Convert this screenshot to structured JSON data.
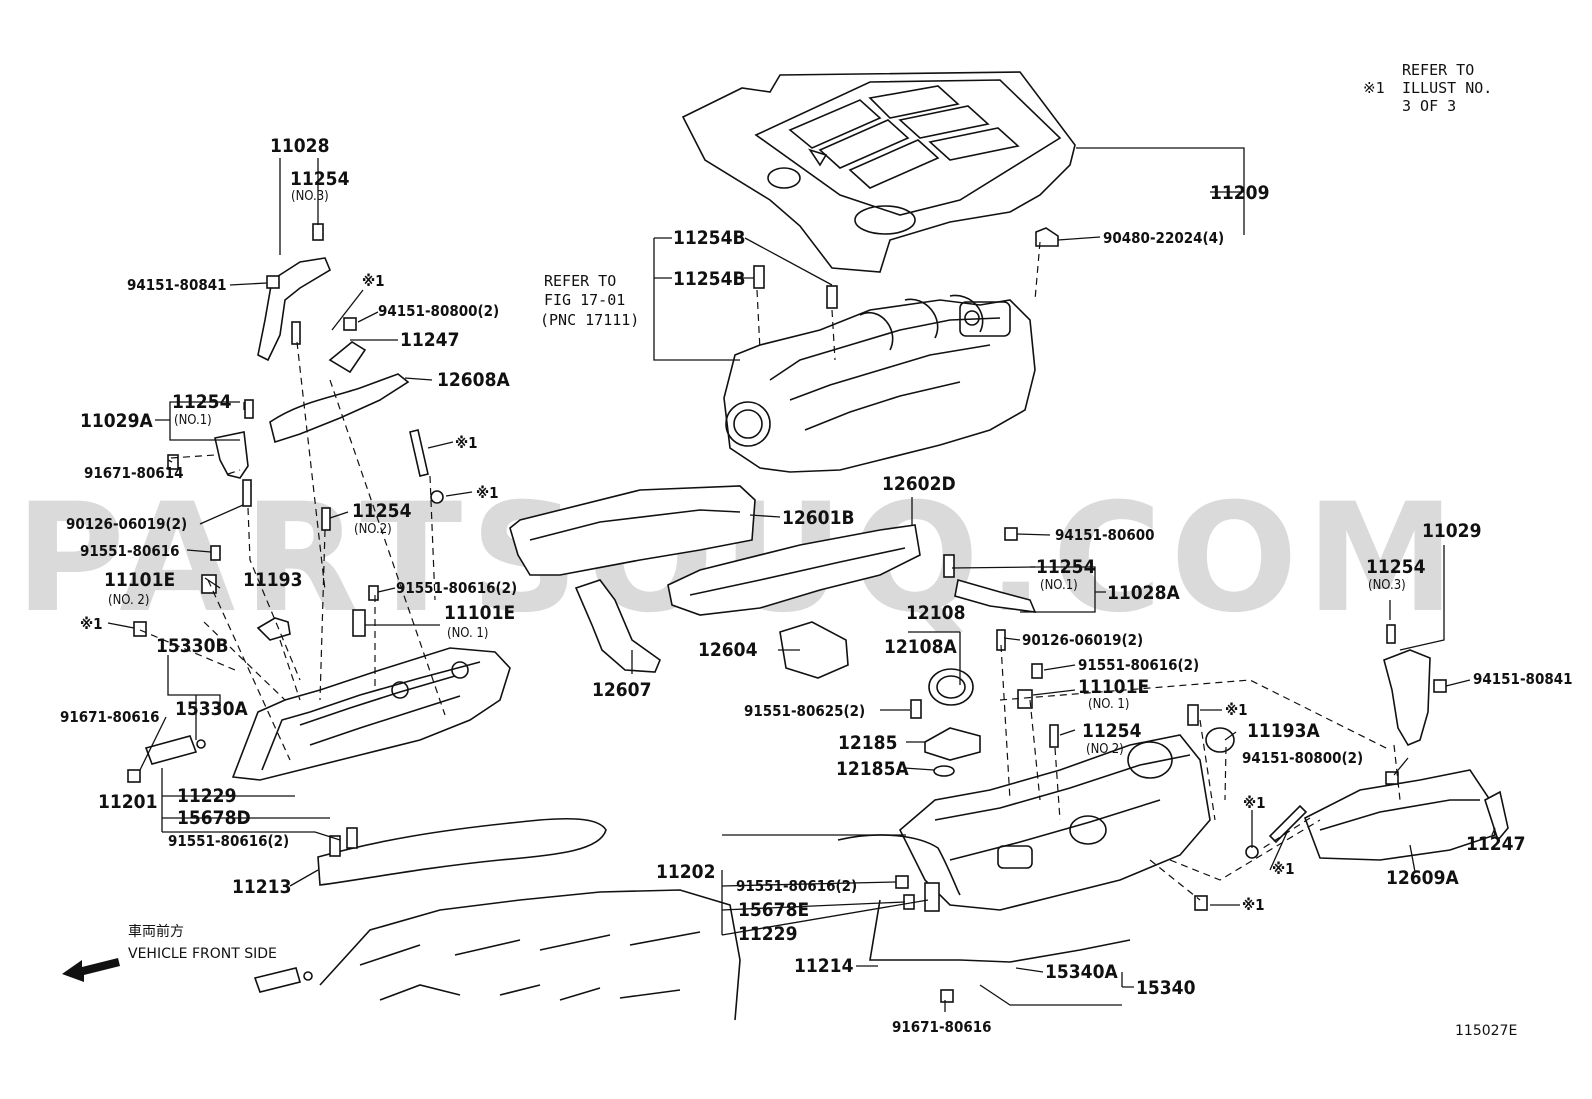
{
  "refer_note": {
    "mark": "※1",
    "lines": [
      "REFER TO",
      "ILLUST NO.",
      "3 OF 3"
    ]
  },
  "direction": {
    "jp": "車両前方",
    "en": "VEHICLE FRONT SIDE"
  },
  "figure_id": "115027E",
  "watermark": "PARTSOUQ.COM",
  "refer_fig": [
    "REFER TO",
    "FIG 17-01",
    "(PNC 17111)"
  ],
  "labels": [
    {
      "id": "11028",
      "text": "11028"
    },
    {
      "id": "11254-no3-left",
      "text": "11254",
      "sub": "(NO.3)"
    },
    {
      "id": "94151-80841-left",
      "text": "94151-80841"
    },
    {
      "id": "ref1-a",
      "text": "※1"
    },
    {
      "id": "94151-80800-2-left",
      "text": "94151-80800(2)"
    },
    {
      "id": "11247-left",
      "text": "11247"
    },
    {
      "id": "12608A",
      "text": "12608A"
    },
    {
      "id": "11254-no1-left",
      "text": "11254",
      "sub": "(NO.1)"
    },
    {
      "id": "11029A",
      "text": "11029A"
    },
    {
      "id": "ref1-b",
      "text": "※1"
    },
    {
      "id": "91671-80614",
      "text": "91671-80614"
    },
    {
      "id": "ref1-c",
      "text": "※1"
    },
    {
      "id": "90126-06019-2-left",
      "text": "90126-06019(2)"
    },
    {
      "id": "11254-no2-left",
      "text": "11254",
      "sub": "(NO.2)"
    },
    {
      "id": "91551-80616-a",
      "text": "91551-80616"
    },
    {
      "id": "11101E-no2",
      "text": "11101E",
      "sub": "(NO. 2)"
    },
    {
      "id": "11193",
      "text": "11193"
    },
    {
      "id": "91551-80616-2-a",
      "text": "91551-80616(2)"
    },
    {
      "id": "11101E-no1-left",
      "text": "11101E",
      "sub": "(NO. 1)"
    },
    {
      "id": "ref1-d",
      "text": "※1"
    },
    {
      "id": "15330B",
      "text": "15330B"
    },
    {
      "id": "91671-80616-left",
      "text": "91671-80616"
    },
    {
      "id": "15330A",
      "text": "15330A"
    },
    {
      "id": "11201",
      "text": "11201"
    },
    {
      "id": "11229-left",
      "text": "11229"
    },
    {
      "id": "15678D",
      "text": "15678D"
    },
    {
      "id": "91551-80616-2-b",
      "text": "91551-80616(2)"
    },
    {
      "id": "11213",
      "text": "11213"
    },
    {
      "id": "11209",
      "text": "11209"
    },
    {
      "id": "90480-22024-4",
      "text": "90480-22024(4)"
    },
    {
      "id": "11254B-a",
      "text": "11254B"
    },
    {
      "id": "11254B-b",
      "text": "11254B"
    },
    {
      "id": "12601B",
      "text": "12601B"
    },
    {
      "id": "12602D",
      "text": "12602D"
    },
    {
      "id": "94151-80600",
      "text": "94151-80600"
    },
    {
      "id": "11254-no1-right",
      "text": "11254",
      "sub": "(NO.1)"
    },
    {
      "id": "11028A",
      "text": "11028A"
    },
    {
      "id": "12108",
      "text": "12108"
    },
    {
      "id": "12108A",
      "text": "12108A"
    },
    {
      "id": "90126-06019-2-right",
      "text": "90126-06019(2)"
    },
    {
      "id": "12604",
      "text": "12604"
    },
    {
      "id": "12607",
      "text": "12607"
    },
    {
      "id": "91551-80625-2",
      "text": "91551-80625(2)"
    },
    {
      "id": "91551-80616-2-c",
      "text": "91551-80616(2)"
    },
    {
      "id": "11101E-no1-right",
      "text": "11101E",
      "sub": "(NO. 1)"
    },
    {
      "id": "12185",
      "text": "12185"
    },
    {
      "id": "12185A",
      "text": "12185A"
    },
    {
      "id": "11254-no2-right",
      "text": "11254",
      "sub": "(NO.2)"
    },
    {
      "id": "ref1-e",
      "text": "※1"
    },
    {
      "id": "11193A",
      "text": "11193A"
    },
    {
      "id": "11029",
      "text": "11029"
    },
    {
      "id": "11254-no3-right",
      "text": "11254",
      "sub": "(NO.3)"
    },
    {
      "id": "94151-80841-right",
      "text": "94151-80841"
    },
    {
      "id": "94151-80800-2-right",
      "text": "94151-80800(2)"
    },
    {
      "id": "ref1-f",
      "text": "※1"
    },
    {
      "id": "ref1-g",
      "text": "※1"
    },
    {
      "id": "12609A",
      "text": "12609A"
    },
    {
      "id": "11247-right",
      "text": "11247"
    },
    {
      "id": "11202",
      "text": "11202"
    },
    {
      "id": "91551-80616-2-d",
      "text": "91551-80616(2)"
    },
    {
      "id": "15678E",
      "text": "15678E"
    },
    {
      "id": "11229-right",
      "text": "11229"
    },
    {
      "id": "ref1-h",
      "text": "※1"
    },
    {
      "id": "11214",
      "text": "11214"
    },
    {
      "id": "15340A",
      "text": "15340A"
    },
    {
      "id": "15340",
      "text": "15340"
    },
    {
      "id": "91671-80616-bottom",
      "text": "91671-80616"
    }
  ]
}
